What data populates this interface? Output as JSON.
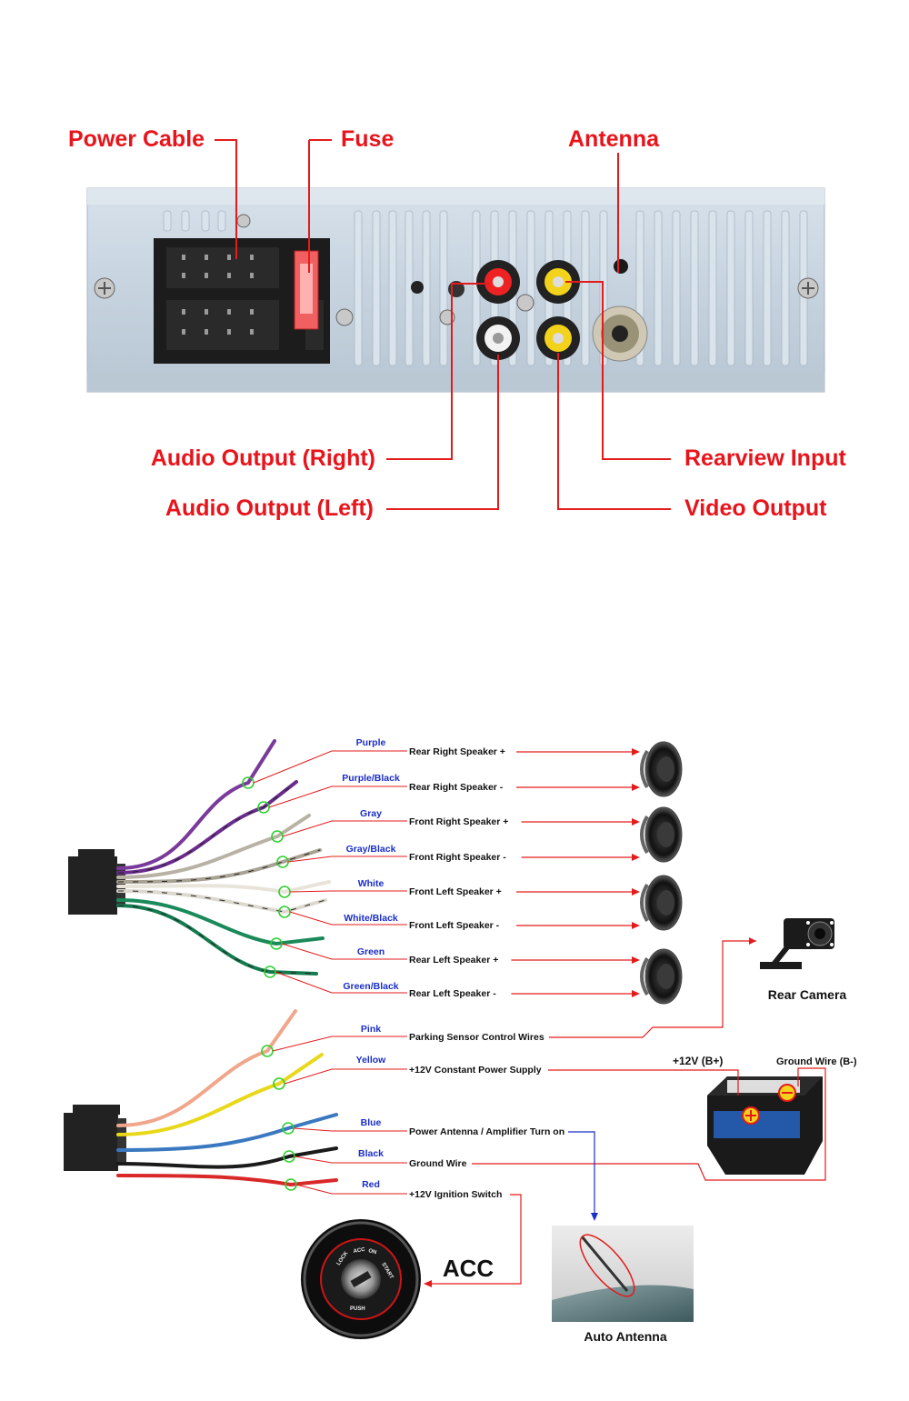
{
  "labels": {
    "power_cable": "Power Cable",
    "fuse": "Fuse",
    "antenna": "Antenna",
    "audio_right": "Audio Output (Right)",
    "audio_left": "Audio Output (Left)",
    "rearview_input": "Rearview Input",
    "video_output": "Video Output"
  },
  "speaker_wires": [
    {
      "color": "Purple",
      "function": "Rear Right Speaker +",
      "hex": "#7a3a9a"
    },
    {
      "color": "Purple/Black",
      "function": "Rear Right Speaker -",
      "hex": "#6a2c8c"
    },
    {
      "color": "Gray",
      "function": "Front Right Speaker +",
      "hex": "#b8b2a4"
    },
    {
      "color": "Gray/Black",
      "function": "Front Right Speaker -",
      "hex": "#a8a294"
    },
    {
      "color": "White",
      "function": "Front Left Speaker +",
      "hex": "#e8e4da"
    },
    {
      "color": "White/Black",
      "function": "Front Left Speaker -",
      "hex": "#dcd8ce"
    },
    {
      "color": "Green",
      "function": "Rear Left Speaker +",
      "hex": "#1a8a5a"
    },
    {
      "color": "Green/Black",
      "function": "Rear Left Speaker -",
      "hex": "#157a4e"
    }
  ],
  "power_wires": [
    {
      "color": "Pink",
      "function": "Parking Sensor Control Wires",
      "hex": "#f0a68a"
    },
    {
      "color": "Yellow",
      "function": "+12V Constant Power Supply",
      "hex": "#e8d818"
    },
    {
      "color": "Blue",
      "function": "Power Antenna / Amplifier Turn on",
      "hex": "#3a78c0"
    },
    {
      "color": "Black",
      "function": "Ground Wire",
      "hex": "#1a1a1a"
    },
    {
      "color": "Red",
      "function": "+12V  Ignition Switch",
      "hex": "#d82828"
    }
  ],
  "devices": {
    "rear_camera": "Rear Camera",
    "battery_plus": "+12V  (B+)",
    "ground_minus": "Ground Wire (B-)",
    "acc": "ACC",
    "auto_antenna": "Auto Antenna"
  },
  "ignition_text": {
    "lock": "LOCK",
    "acc": "ACC",
    "on": "ON",
    "start": "START",
    "push": "PUSH"
  },
  "icons": {
    "speaker": "speaker-icon",
    "camera": "camera-icon",
    "battery": "battery-icon",
    "ignition": "ignition-switch-icon",
    "antenna": "antenna-photo"
  },
  "colors": {
    "label_red": "#e8141b",
    "wire_label_blue": "#1a2ec8",
    "panel": "#c9d6e2"
  }
}
